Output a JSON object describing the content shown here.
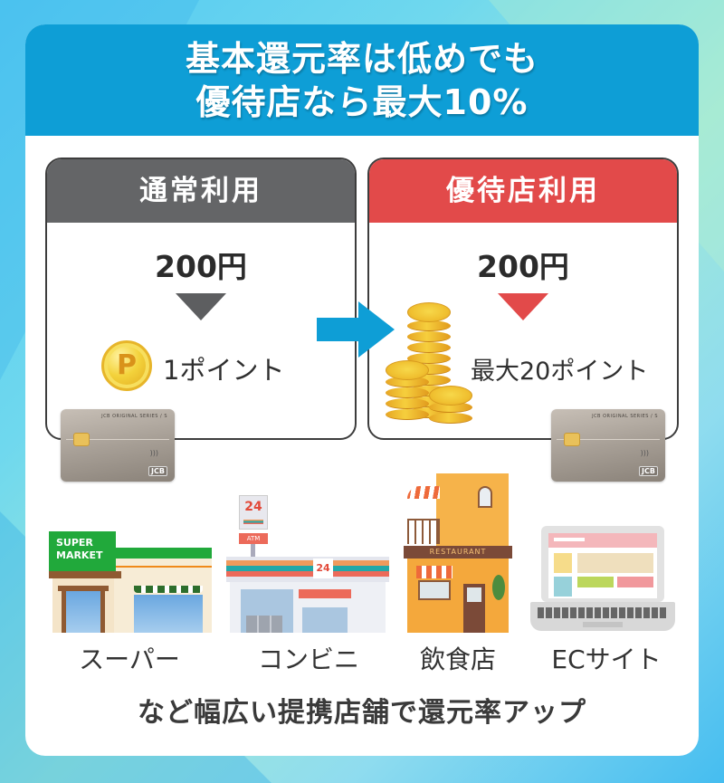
{
  "headline": {
    "line1": "基本還元率は低めでも",
    "line2": "優待店なら最大10%"
  },
  "comparison": {
    "normal": {
      "title": "通常利用",
      "amount": "200円",
      "points": "1ポイント",
      "coin_mark": "P"
    },
    "premium": {
      "title": "優待店利用",
      "amount": "200円",
      "points": "最大20ポイント"
    }
  },
  "card": {
    "series": "JCB ORIGINAL SERIES / S",
    "brand": "JCB",
    "nfc": ")))"
  },
  "stores": [
    {
      "label": "スーパー",
      "sign": "SUPER MARKET",
      "sign1": "SUPER",
      "sign2": "MARKET"
    },
    {
      "label": "コンビニ",
      "sign": "24",
      "atm": "ATM"
    },
    {
      "label": "飲食店",
      "sign": "RESTAURANT"
    },
    {
      "label": "ECサイト"
    }
  ],
  "tagline": "など幅広い提携店舗で還元率アップ",
  "colors": {
    "accent_blue": "#0e9ed6",
    "normal_gray": "#646567",
    "premium_red": "#e24a4a",
    "coin_gold": "#f3d23b"
  }
}
